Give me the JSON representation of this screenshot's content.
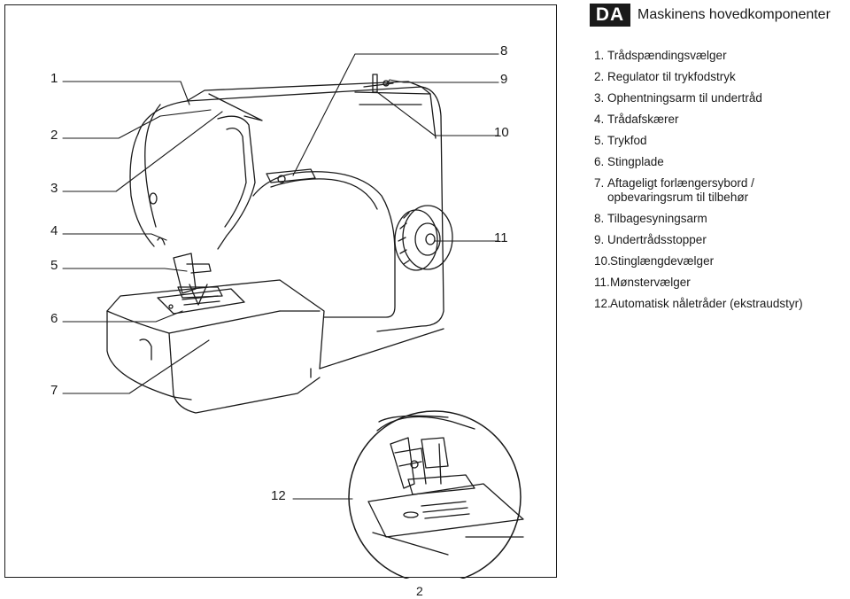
{
  "language_badge": "DA",
  "title": "Maskinens hovedkomponenter",
  "callouts": [
    "1",
    "2",
    "3",
    "4",
    "5",
    "6",
    "7",
    "8",
    "9",
    "10",
    "11",
    "12"
  ],
  "parts": [
    {
      "num": "1.",
      "text": "Trådspændingsvælger"
    },
    {
      "num": "2.",
      "text": "Regulator til trykfodstryk"
    },
    {
      "num": "3.",
      "text": "Ophentningsarm til undertråd"
    },
    {
      "num": "4.",
      "text": "Trådafskærer"
    },
    {
      "num": "5.",
      "text": "Trykfod"
    },
    {
      "num": "6.",
      "text": "Stingplade"
    },
    {
      "num": "7.",
      "text": "Aftageligt forlængersybord /",
      "text2": "opbevaringsrum til tilbehør"
    },
    {
      "num": "8.",
      "text": "Tilbagesyningsarm"
    },
    {
      "num": "9.",
      "text": "Undertrådsstopper"
    },
    {
      "num": "10.",
      "text": "Stinglængdevælger"
    },
    {
      "num": "11.",
      "text": "Mønstervælger"
    },
    {
      "num": "12.",
      "text": "Automatisk nåletråder (ekstraudstyr)"
    }
  ],
  "page_number": "2"
}
